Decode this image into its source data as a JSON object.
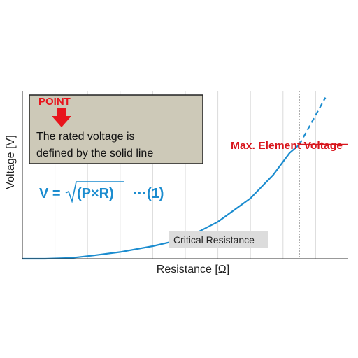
{
  "chart_data": {
    "type": "line",
    "title": "",
    "xlabel": "Resistance [Ω]",
    "ylabel": "Voltage [V]",
    "xlim": [
      0,
      10
    ],
    "ylim": [
      0,
      10
    ],
    "grid": true,
    "series": [
      {
        "style": "solid",
        "color": "#1b8ccf",
        "x": [
          0.0,
          0.7,
          1.5,
          2.2,
          3.0,
          4.0,
          5.0,
          6.0,
          7.0,
          7.7,
          8.2,
          8.5
        ],
        "y": [
          0.0,
          0.0,
          0.05,
          0.2,
          0.4,
          0.75,
          1.2,
          2.2,
          3.6,
          5.0,
          6.3,
          6.8
        ]
      },
      {
        "style": "dashed",
        "color": "#1b8ccf",
        "x": [
          8.5,
          8.9,
          9.3
        ],
        "y": [
          6.8,
          8.2,
          9.6
        ]
      },
      {
        "name": "Max. Element Voltage",
        "style": "solid",
        "color": "#d8161d",
        "x": [
          8.5,
          10.0
        ],
        "y": [
          6.8,
          6.8
        ]
      }
    ],
    "critical_resistance_x": 8.5,
    "annotations": {
      "max_label": "Max. Element Voltage",
      "critical_label": "Critical Resistance",
      "point_box": {
        "title": "POINT",
        "line1": "The rated voltage is",
        "line2": "defined by the solid line"
      },
      "formula": {
        "v": "V =",
        "radicand": "(P×R)",
        "tail": "···(1)"
      }
    },
    "colors": {
      "curve": "#1b8ccf",
      "max_line": "#d8161d",
      "point_title": "#e8141c",
      "box_fill": "#cdc9b8"
    }
  }
}
